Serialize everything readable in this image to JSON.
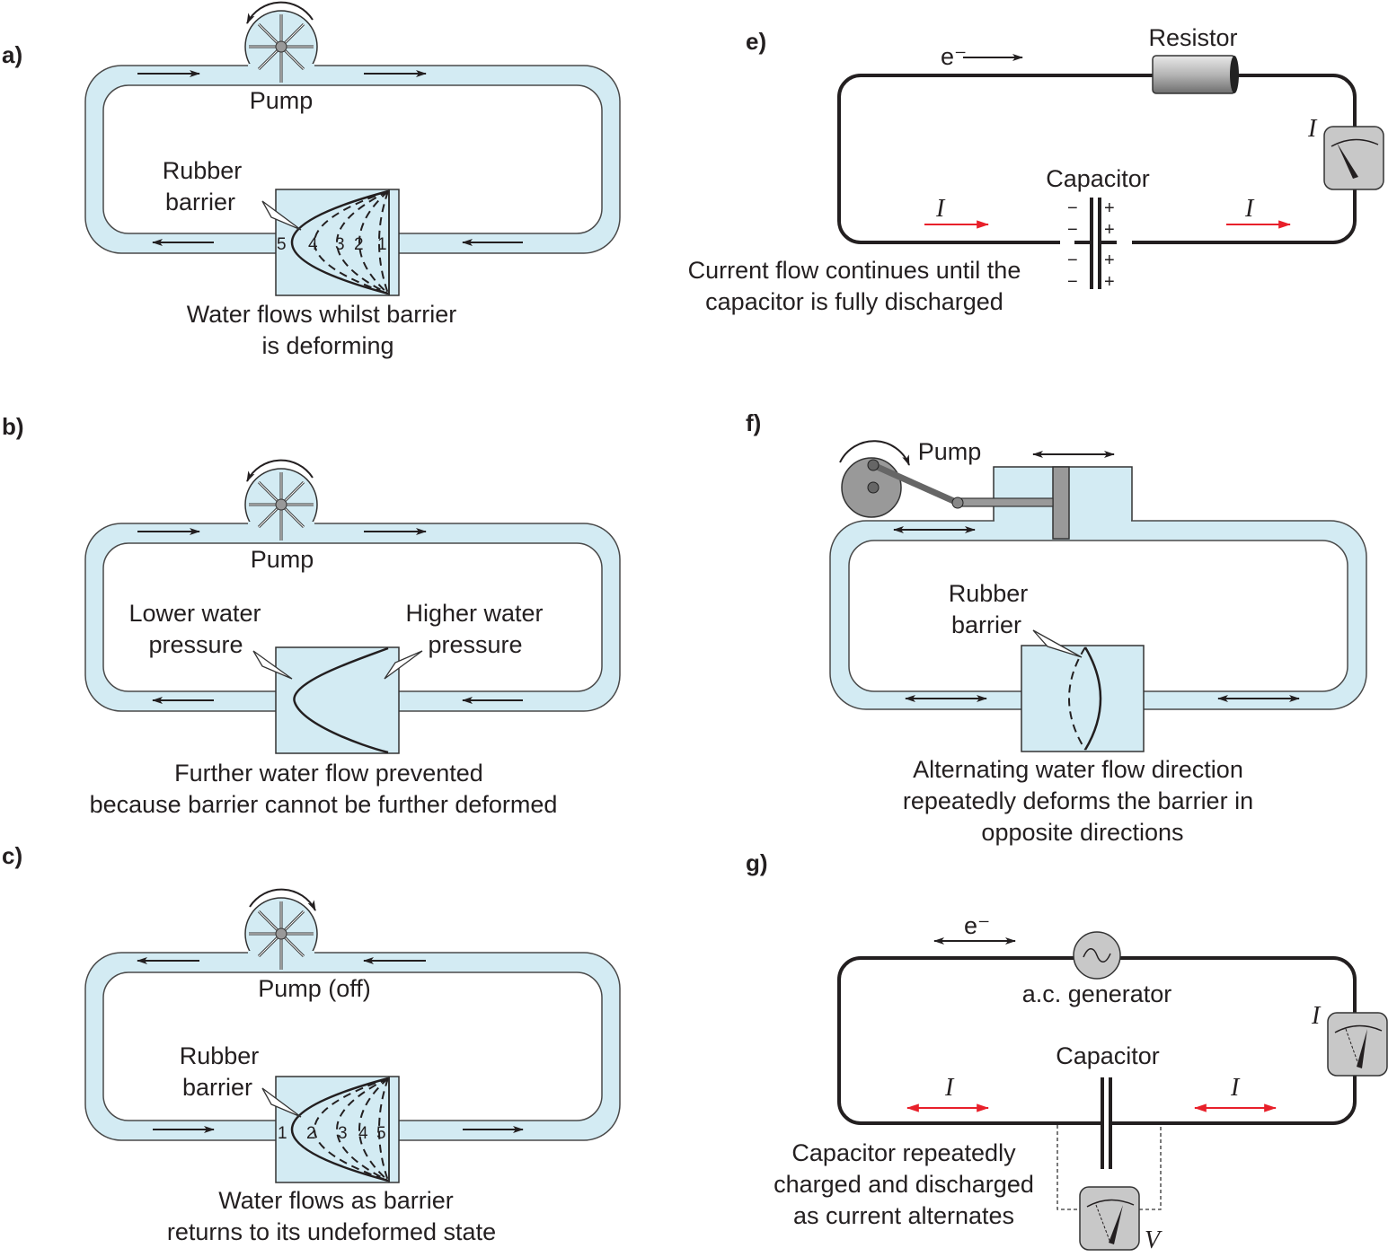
{
  "colors": {
    "water": "#d3ebf3",
    "current_arrow": "#e8202a",
    "meter": "#c8c8c8"
  },
  "panel_a": {
    "label": "a)",
    "pump": "Pump",
    "barrier": [
      "Rubber",
      "barrier"
    ],
    "stages": [
      "5",
      "4",
      "3",
      "2",
      "1"
    ],
    "caption": [
      "Water flows whilst barrier",
      "is deforming"
    ]
  },
  "panel_b": {
    "label": "b)",
    "pump": "Pump",
    "lower": [
      "Lower water",
      "pressure"
    ],
    "higher": [
      "Higher water",
      "pressure"
    ],
    "caption": [
      "Further water flow prevented",
      "because barrier cannot be further deformed"
    ]
  },
  "panel_c": {
    "label": "c)",
    "pump": "Pump (off)",
    "barrier": [
      "Rubber",
      "barrier"
    ],
    "stages": [
      "1",
      "2",
      "3",
      "4",
      "5"
    ],
    "caption": [
      "Water flows as barrier",
      "returns to its undeformed state"
    ]
  },
  "panel_e": {
    "label": "e)",
    "electron": "e⁻",
    "resistor": "Resistor",
    "capacitor": "Capacitor",
    "current": "I",
    "minus": "−",
    "plus": "+",
    "caption": [
      "Current flow continues until the",
      "capacitor is fully discharged"
    ]
  },
  "panel_f": {
    "label": "f)",
    "pump": "Pump",
    "barrier": [
      "Rubber",
      "barrier"
    ],
    "caption": [
      "Alternating water flow direction",
      "repeatedly deforms the barrier in",
      "opposite directions"
    ]
  },
  "panel_g": {
    "label": "g)",
    "electron": "e⁻",
    "generator": "a.c. generator",
    "capacitor": "Capacitor",
    "current": "I",
    "voltage": "V",
    "caption": [
      "Capacitor repeatedly",
      "charged and discharged",
      "as current alternates"
    ]
  }
}
